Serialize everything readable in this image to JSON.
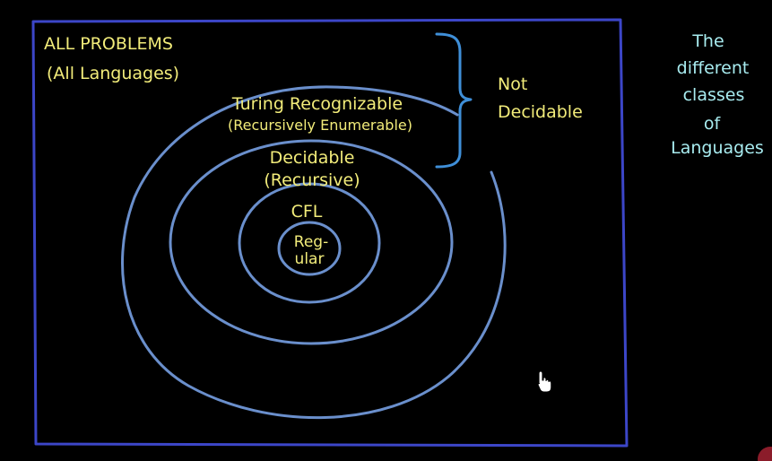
{
  "colors": {
    "background": "#000000",
    "frame": "#3c46c8",
    "rings": "#6a8fcc",
    "label_yellow": "#f2ec7a",
    "caption_cyan": "#a8ecf0",
    "corner_accent": "#8b1c2a"
  },
  "outer_box": {
    "title_line1": "ALL PROBLEMS",
    "title_line2": "(All Languages)"
  },
  "classes": {
    "turing": {
      "line1": "Turing Recognizable",
      "line2": "(Recursively Enumerable)"
    },
    "decidable": {
      "line1": "Decidable",
      "line2": "(Recursive)"
    },
    "cfl": {
      "line1": "CFL"
    },
    "regular": {
      "line1": "Reg-",
      "line2": "ular"
    }
  },
  "brace_label": {
    "line1": "Not",
    "line2": "Decidable"
  },
  "side_caption": {
    "lines": [
      "The",
      "different",
      "classes",
      "of",
      "Languages"
    ]
  },
  "icons": {
    "cursor": "hand-pointer-icon",
    "corner": "red-circle-badge"
  }
}
